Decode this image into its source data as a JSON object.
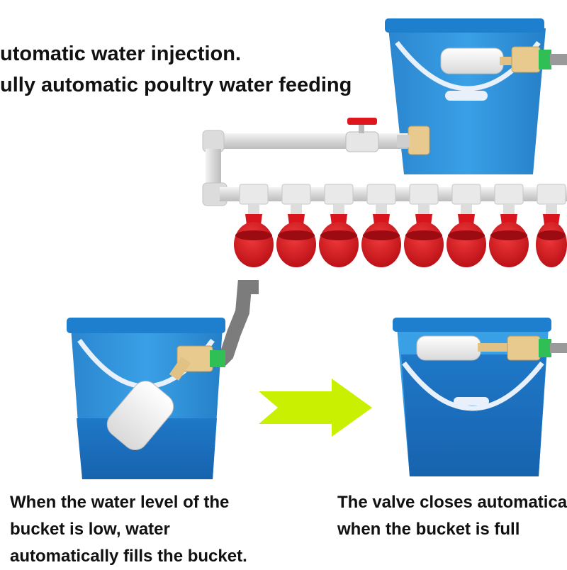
{
  "header": {
    "line1": "utomatic water injection.",
    "line2": "ully automatic poultry water feeding"
  },
  "captions": {
    "low_level": [
      "When the water level of the",
      "bucket is low, water",
      "automatically fills the bucket."
    ],
    "full_level": [
      "The valve closes automatica",
      "when the bucket is full"
    ]
  },
  "colors": {
    "bucket_blue": "#2c8fd6",
    "bucket_rim": "#1f7fcf",
    "water_blue": "#1a6fc0",
    "drinker_red": "#d9141c",
    "arrow_yellow": "#c8f000",
    "pipe_grey": "#d8d8d8",
    "float_white": "#f2f2f2",
    "valve_beige": "#e8c98e"
  },
  "icons": [
    "bucket-icon",
    "float-valve-icon",
    "pipe-icon",
    "ball-valve-icon",
    "poultry-drinker-cup-icon",
    "direction-arrow-icon"
  ]
}
